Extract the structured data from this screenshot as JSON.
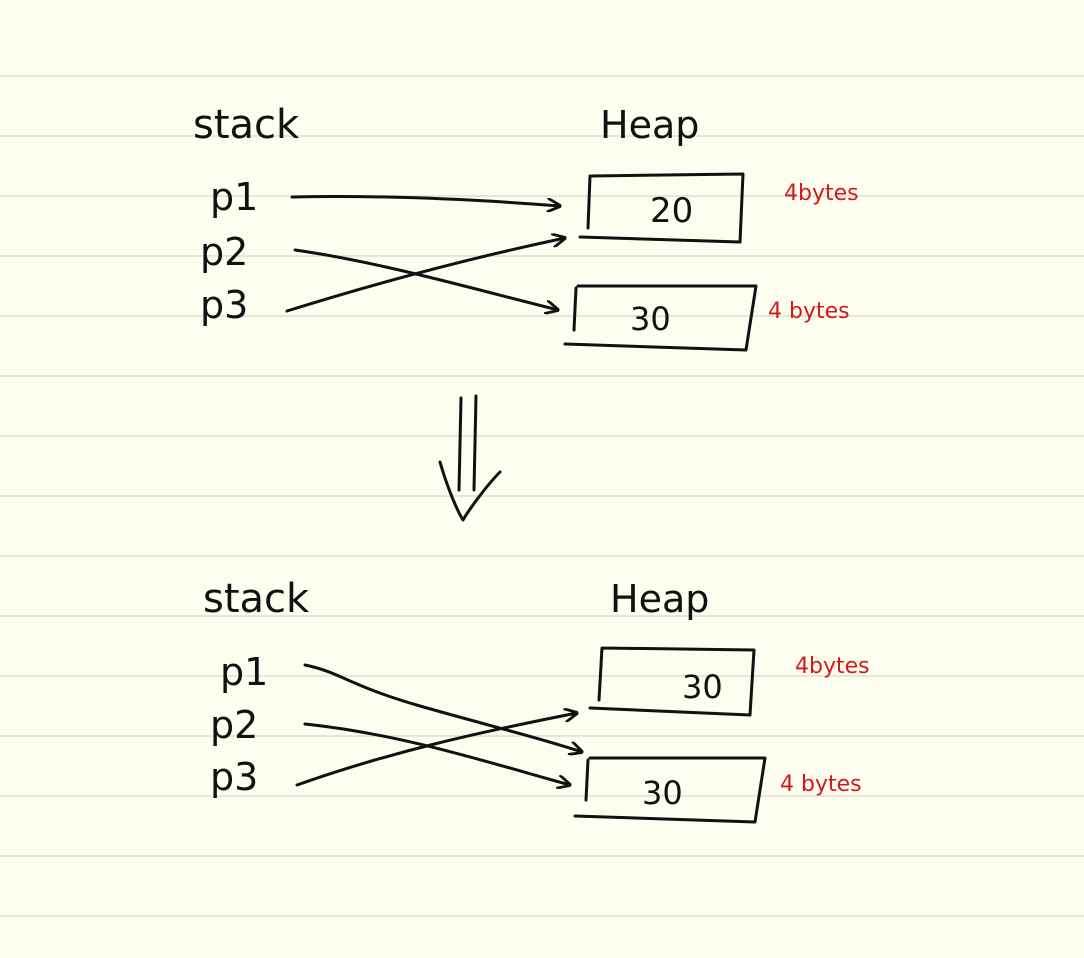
{
  "top": {
    "stack_label": "stack",
    "heap_label": "Heap",
    "pointers": [
      "p1",
      "p2",
      "p3"
    ],
    "heap_values": [
      "20",
      "30"
    ],
    "heap_sizes": [
      "4bytes",
      "4 bytes"
    ]
  },
  "bottom": {
    "stack_label": "stack",
    "heap_label": "Heap",
    "pointers": [
      "p1",
      "p2",
      "p3"
    ],
    "heap_values": [
      "30",
      "30"
    ],
    "heap_sizes": [
      "4bytes",
      "4 bytes"
    ]
  },
  "colors": {
    "paper": "#fdfdf0",
    "ruled": "#e6e7da",
    "ink": "#111111",
    "annotation": "#d21a1a"
  }
}
